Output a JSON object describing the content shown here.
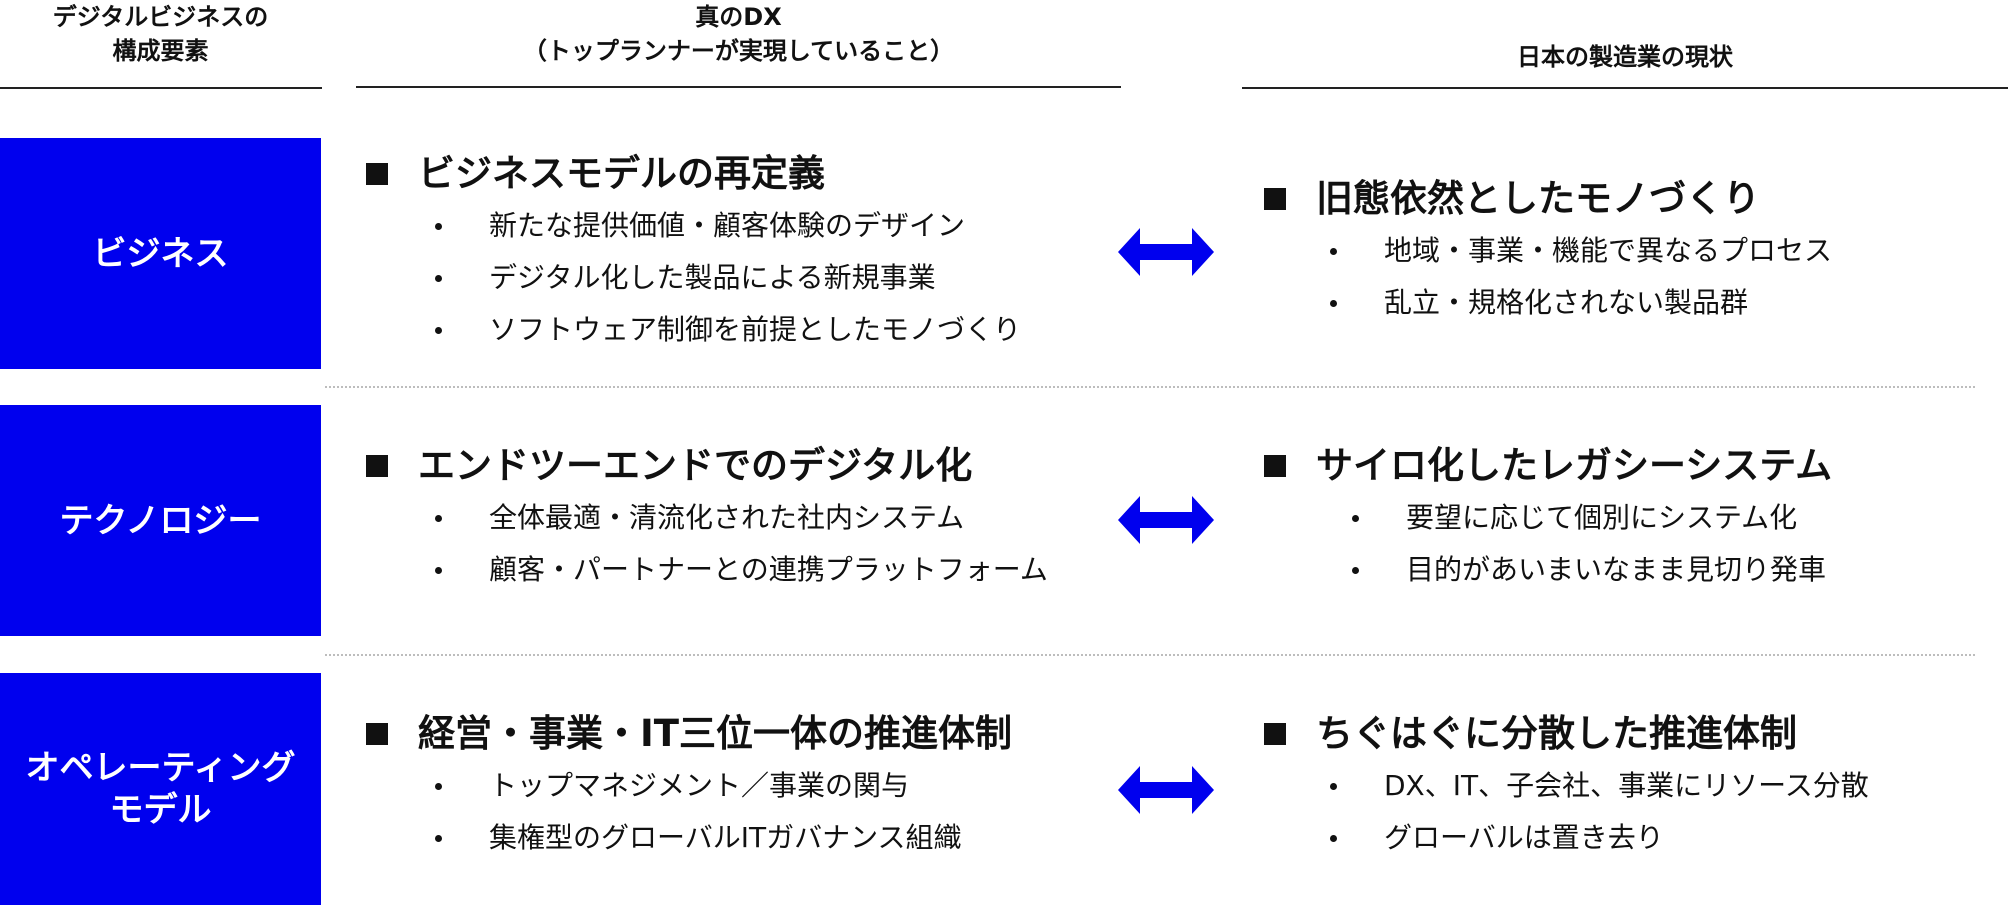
{
  "header": {
    "col1": "デジタルビジネスの\n構成要素",
    "col2": "真のDX\n（トップランナーが実現していること）",
    "col3": "日本の製造業の現状"
  },
  "rows": [
    {
      "category": "ビジネス",
      "left": {
        "title": "ビジネスモデルの再定義",
        "items": [
          "新たな提供価値・顧客体験のデザイン",
          "デジタル化した製品による新規事業",
          "ソフトウェア制御を前提としたモノづくり"
        ]
      },
      "right": {
        "title": "旧態依然としたモノづくり",
        "items": [
          "地域・事業・機能で異なるプロセス",
          "乱立・規格化されない製品群"
        ]
      }
    },
    {
      "category": "テクノロジー",
      "left": {
        "title": "エンドツーエンドでのデジタル化",
        "items": [
          "全体最適・清流化された社内システム",
          "顧客・パートナーとの連携プラットフォーム"
        ]
      },
      "right": {
        "title": "サイロ化したレガシーシステム",
        "items": [
          "要望に応じて個別にシステム化",
          "目的があいまいなまま見切り発車"
        ]
      }
    },
    {
      "category": "オペレーティング\nモデル",
      "left": {
        "title": "経営・事業・IT三位一体の推進体制",
        "items": [
          "トップマネジメント／事業の関与",
          "集権型のグローバルITガバナンス組織"
        ]
      },
      "right": {
        "title": "ちぐはぐに分散した推進体制",
        "items": [
          "DX、IT、子会社、事業にリソース分散",
          "グローバルは置き去り"
        ]
      }
    }
  ],
  "colors": {
    "category_fill": "#0000ee",
    "arrow_fill": "#0000ee",
    "text": "#111111"
  },
  "icons": {
    "arrow": "double-headed-arrow-icon",
    "title_marker": "black-square-icon",
    "bullet": "bullet-dot-icon"
  }
}
